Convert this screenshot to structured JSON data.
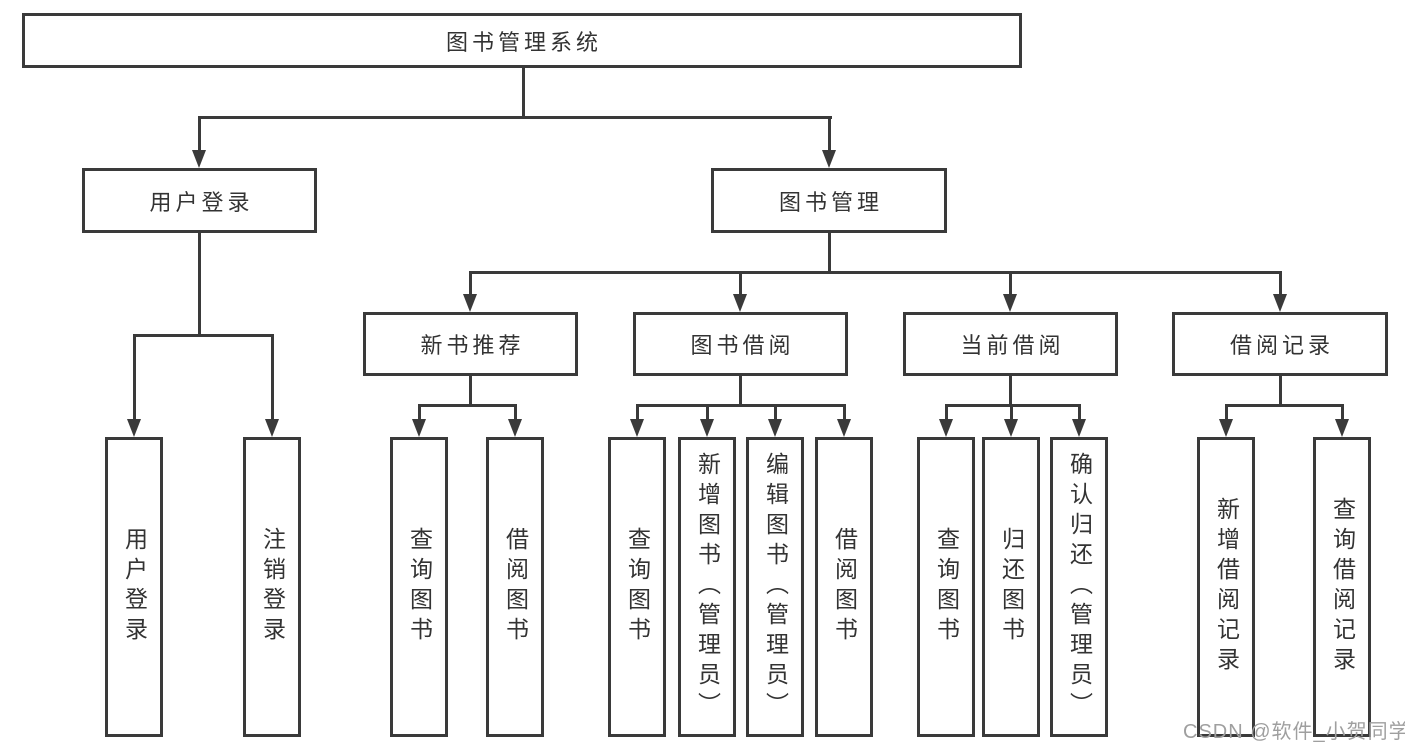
{
  "title": "图书管理系统",
  "branches": {
    "user": {
      "label": "用户登录",
      "children": [
        "用户登录",
        "注销登录"
      ]
    },
    "mgmt": {
      "label": "图书管理"
    }
  },
  "sections": {
    "recommend": {
      "label": "新书推荐",
      "children": [
        "查询图书",
        "借阅图书"
      ]
    },
    "borrow": {
      "label": "图书借阅",
      "children": [
        "查询图书",
        "新增图书（管理员）",
        "编辑图书（管理员）",
        "借阅图书"
      ]
    },
    "current": {
      "label": "当前借阅",
      "children": [
        "查询图书",
        "归还图书",
        "确认归还（管理员）"
      ]
    },
    "records": {
      "label": "借阅记录",
      "children": [
        "新增借阅记录",
        "查询借阅记录"
      ]
    }
  },
  "watermark": "CSDN @软件_小贺同学",
  "colors": {
    "line": "#3a3a3a",
    "text": "#333333",
    "background": "#ffffff",
    "watermark": "#9f9f9f"
  }
}
